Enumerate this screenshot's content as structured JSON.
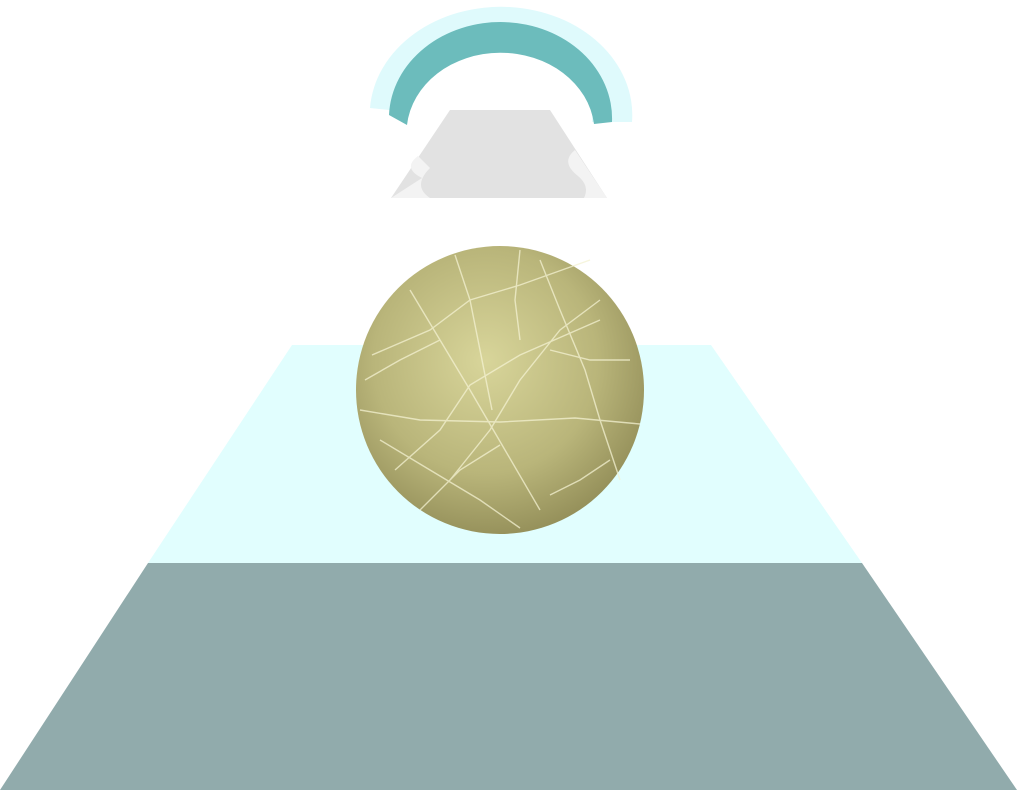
{
  "illustration": {
    "colors": {
      "background": "#ffffff",
      "arch_outer": "#dffafc",
      "arch_inner": "#6cbcbc",
      "top_block": "#e2e2e2",
      "top_block_highlight": "#f3f3f3",
      "middle_tier": "#e1fefe",
      "base_tier": "#91abac",
      "gold_light": "#d8d59a",
      "gold_mid": "#b9b57a",
      "gold_dark": "#8f8a55",
      "foil_crease": "#f4f2d2"
    },
    "elements": [
      {
        "name": "arch",
        "icon": "arch-icon"
      },
      {
        "name": "top-trapezoid",
        "icon": "trapezoid-icon"
      },
      {
        "name": "middle-tier",
        "icon": "trapezoid-icon"
      },
      {
        "name": "base-tier",
        "icon": "trapezoid-icon"
      },
      {
        "name": "gold-foil-circle",
        "icon": "gold-circle-icon"
      }
    ]
  }
}
